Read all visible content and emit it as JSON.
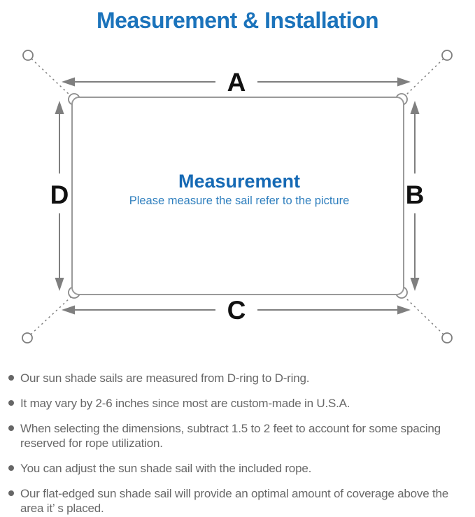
{
  "page": {
    "background": "#ffffff"
  },
  "title": {
    "text": "Measurement & Installation",
    "color": "#1b73bb"
  },
  "diagram": {
    "labels": {
      "top": "A",
      "right": "B",
      "bottom": "C",
      "left": "D"
    },
    "center": {
      "heading": "Measurement",
      "subheading": "Please measure the sail refer to the picture",
      "heading_color": "#1569b4",
      "subheading_color": "#2f7fbe"
    },
    "colors": {
      "dimension_line": "#7f7f7f",
      "sail_border": "#9a9a9a",
      "rope_dash": "#7f7f7f",
      "label_text": "#111111"
    }
  },
  "notes": {
    "bullet_color": "#666666",
    "text_color": "#686868",
    "items": [
      "Our sun shade sails are measured from D-ring to D-ring.",
      "It may vary by 2-6 inches since most are custom-made in U.S.A.",
      "When selecting the dimensions, subtract 1.5 to 2 feet to account for some spacing reserved for rope utilization.",
      "You can adjust the sun shade sail with the included rope.",
      "Our flat-edged sun shade sail will provide an optimal amount of coverage above the area it’ s placed."
    ]
  }
}
